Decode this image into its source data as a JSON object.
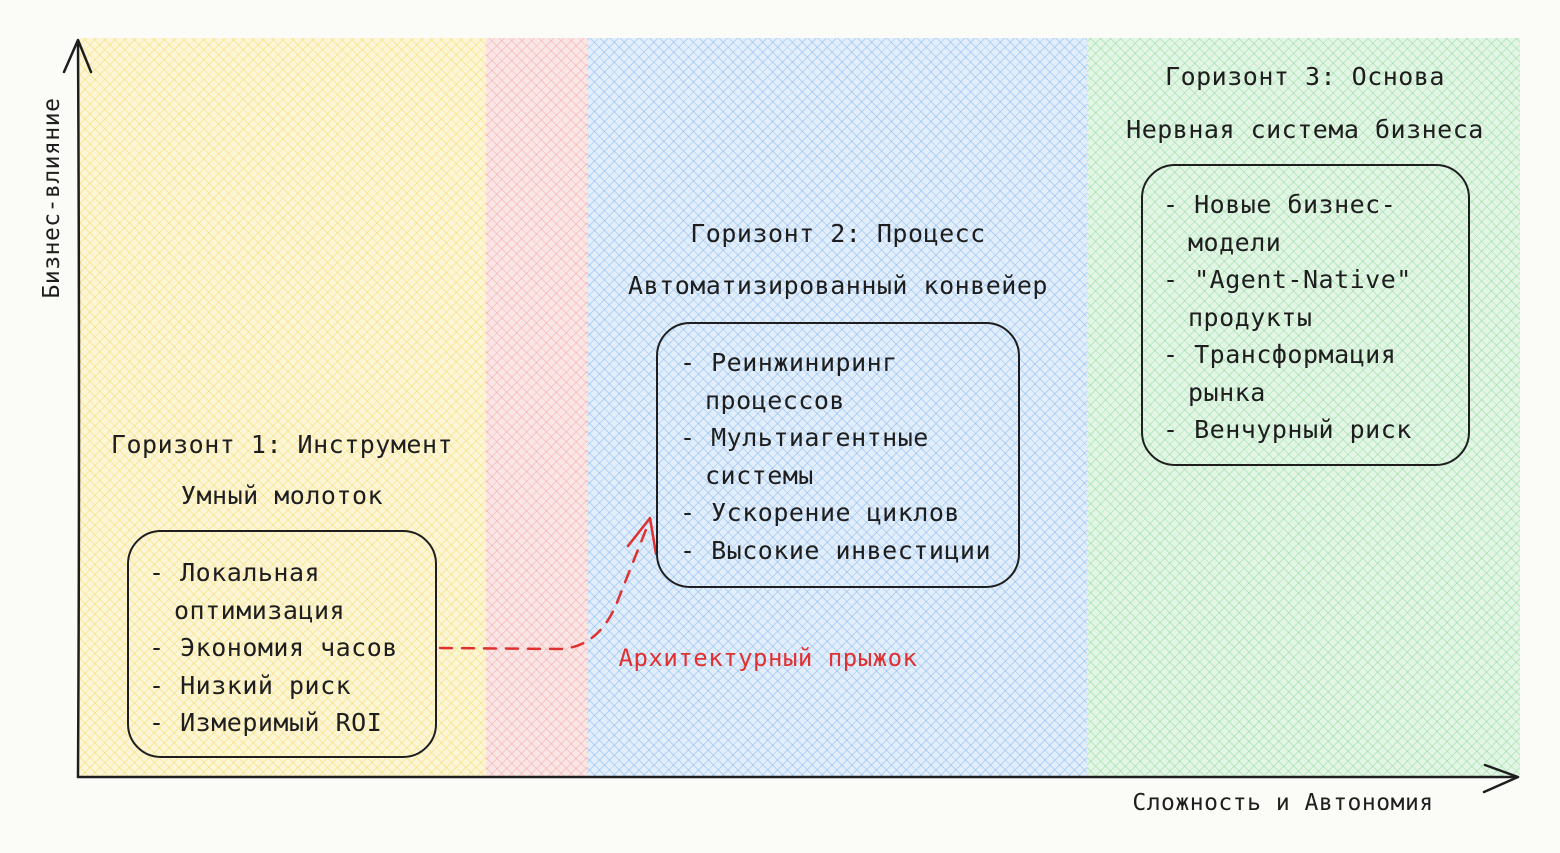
{
  "axes": {
    "y_label": "Бизнес-влияние",
    "x_label": "Сложность и Автономия"
  },
  "horizons": [
    {
      "title": "Горизонт 1: Инструмент",
      "subtitle": "Умный молоток",
      "items": [
        "Локальная оптимизация",
        "Экономия часов",
        "Низкий риск",
        "Измеримый ROI"
      ],
      "color": "#f5d45a"
    },
    {
      "title": "Горизонт 2: Процесс",
      "subtitle": "Автоматизированный конвейер",
      "items": [
        "Реинжиниринг процессов",
        "Мультиагентные системы",
        "Ускорение циклов",
        "Высокие инвестиции"
      ],
      "color": "#6eaaeb"
    },
    {
      "title": "Горизонт 3: Основа",
      "subtitle": "Нервная система бизнеса",
      "items": [
        "Новые бизнес-модели",
        "\"Agent-Native\" продукты",
        "Трансформация рынка",
        "Венчурный риск"
      ],
      "color": "#6ecd7d"
    }
  ],
  "transition": {
    "label": "Архитектурный прыжок",
    "color": "#e03131"
  }
}
